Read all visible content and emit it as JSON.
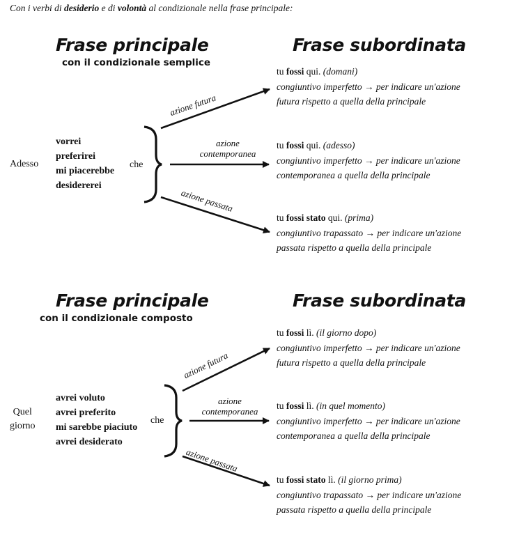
{
  "intro": {
    "pre": "Con i verbi di ",
    "b1": "desiderio",
    "mid": " e di ",
    "b2": "volontà",
    "post": " al condizionale nella frase principale:"
  },
  "sections": [
    {
      "principale_title": "Frase principale",
      "principale_sub": "con il condizionale semplice",
      "subordinata_title": "Frase subordinata",
      "time": [
        "Adesso"
      ],
      "verbs": [
        "vorrei",
        "preferirei",
        "mi piacerebbe",
        "desidererei"
      ],
      "che": "che",
      "labels": {
        "futura": "azione futura",
        "contemporanea": [
          "azione",
          "contemporanea"
        ],
        "passata": "azione passata"
      },
      "results": [
        {
          "pre": "tu ",
          "bold": "fossi",
          "post": " qui. ",
          "paren": "(domani)",
          "l2a": "congiuntivo imperfetto ",
          "arrow": "→",
          "l2b": " per indicare un'azione",
          "l3": "futura rispetto a quella della principale"
        },
        {
          "pre": "tu ",
          "bold": "fossi",
          "post": " qui. ",
          "paren": "(adesso)",
          "l2a": "congiuntivo imperfetto ",
          "arrow": "→",
          "l2b": " per indicare un'azione",
          "l3": "contemporanea a quella della principale"
        },
        {
          "pre": "tu ",
          "bold": "fossi stato",
          "post": " qui. ",
          "paren": "(prima)",
          "l2a": "congiuntivo trapassato ",
          "arrow": "→",
          "l2b": " per indicare un'azione",
          "l3": "passata rispetto a quella della principale"
        }
      ]
    },
    {
      "principale_title": "Frase principale",
      "principale_sub": "con il condizionale composto",
      "subordinata_title": "Frase subordinata",
      "time": [
        "Quel",
        "giorno"
      ],
      "verbs": [
        "avrei voluto",
        "avrei preferito",
        "mi sarebbe piaciuto",
        "avrei desiderato"
      ],
      "che": "che",
      "labels": {
        "futura": "azione futura",
        "contemporanea": [
          "azione",
          "contemporanea"
        ],
        "passata": "azione passata"
      },
      "results": [
        {
          "pre": "tu ",
          "bold": "fossi",
          "post": " lì. ",
          "paren": "(il giorno dopo)",
          "l2a": "congiuntivo imperfetto ",
          "arrow": "→",
          "l2b": " per indicare un'azione",
          "l3": "futura rispetto a quella della principale"
        },
        {
          "pre": "tu ",
          "bold": "fossi",
          "post": " lì. ",
          "paren": "(in quel momento)",
          "l2a": "congiuntivo imperfetto ",
          "arrow": "→",
          "l2b": " per indicare un'azione",
          "l3": "contemporanea a quella della principale"
        },
        {
          "pre": "tu ",
          "bold": "fossi stato",
          "post": " lì. ",
          "paren": "(il giorno prima)",
          "l2a": "congiuntivo trapassato ",
          "arrow": "→",
          "l2b": " per indicare un'azione",
          "l3": "passata rispetto a quella della principale"
        }
      ]
    }
  ]
}
